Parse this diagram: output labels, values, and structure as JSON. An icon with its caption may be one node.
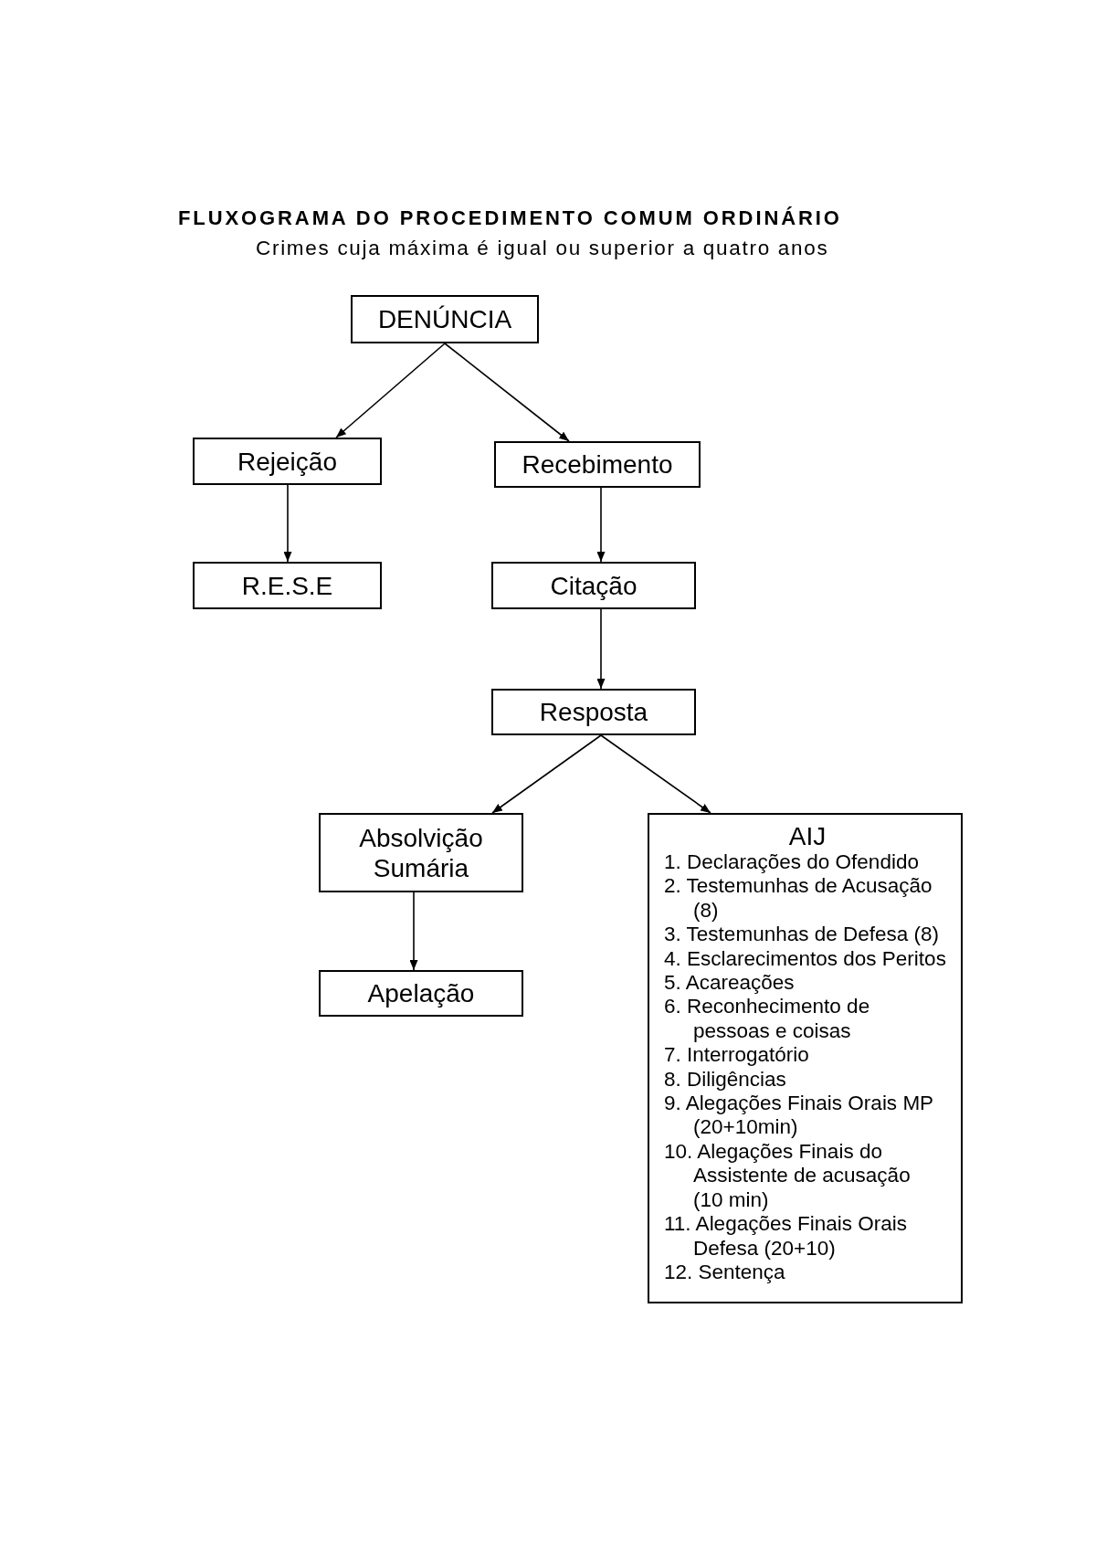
{
  "diagram": {
    "title": "FLUXOGRAMA DO PROCEDIMENTO COMUM ORDINÁRIO",
    "nodes": [
      {
        "text": [
          "DENÚNCIA"
        ]
      },
      {
        "text": [
          "Rejeição"
        ]
      },
      {
        "text": [
          "Recebimento"
        ]
      },
      {
        "text": [
          "R.E.S.E"
        ]
      },
      {
        "text": [
          "Citação"
        ]
      },
      {
        "text": [
          "Resposta"
        ]
      },
      {
        "text": [
          "Absolvição Sumária"
        ]
      },
      {
        "text": [
          "AIJ",
          "1. Declarações do Ofendido",
          "2. Testemunhas de Acusação (8)",
          "3. Testemunhas de Defesa (8)",
          "4. Esclarecimentos dos Peritos",
          "5. Acareações",
          "6. Reconhecimento de pessoas e coisas",
          "7. Interrogatório",
          "8. Diligências",
          "9. Alegações Finais Orais MP (20+10min)",
          "10. Alegações Finais do Assistente de acusação (10 min)",
          "11. Alegações Finais Orais Defesa (20+10)",
          "12. Sentença"
        ]
      },
      {
        "text": [
          "Apelação"
        ]
      }
    ],
    "edges": [
      {
        "from": 0,
        "to": 1,
        "arrow": "to"
      },
      {
        "from": 0,
        "to": 2,
        "arrow": "to"
      },
      {
        "from": 1,
        "to": 3,
        "arrow": "to"
      },
      {
        "from": 2,
        "to": 4,
        "arrow": "to"
      },
      {
        "from": 4,
        "to": 5,
        "arrow": "to"
      },
      {
        "from": 5,
        "to": 6,
        "arrow": "to"
      },
      {
        "from": 5,
        "to": 7,
        "arrow": "to"
      },
      {
        "from": 6,
        "to": 8,
        "arrow": "to"
      }
    ],
    "labels": [
      "Crimes cuja máxima é igual ou superior a quatro anos"
    ]
  }
}
